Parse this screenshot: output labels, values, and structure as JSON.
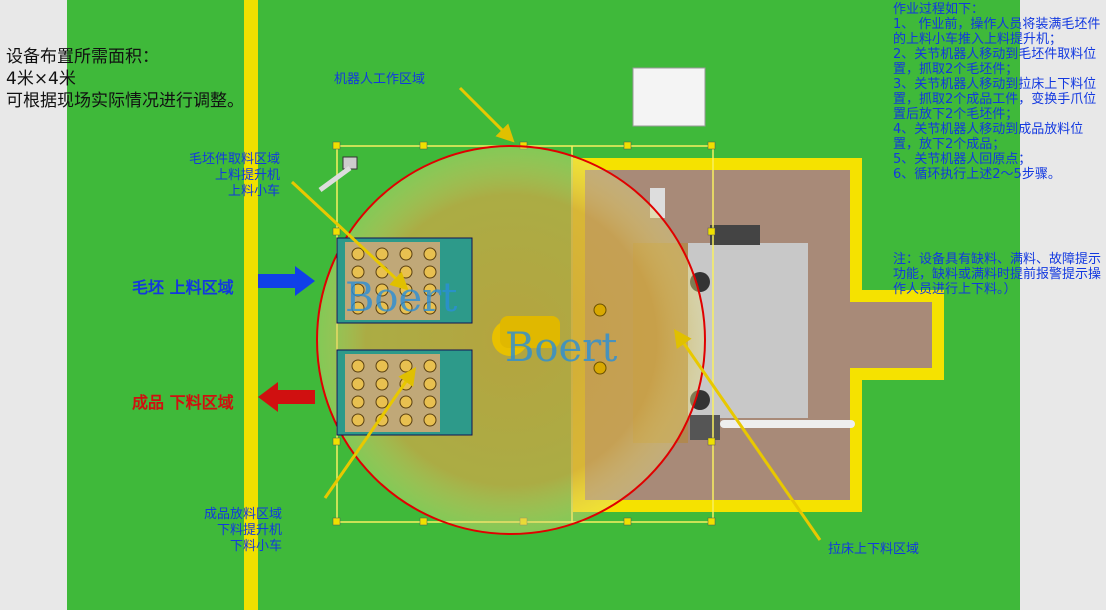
{
  "area": {
    "line1": "设备布置所需面积：",
    "line2": "4米×4米",
    "line3": "可根据现场实际情况进行调整。"
  },
  "labels": {
    "robot_zone": "机器人工作区域",
    "blank_pick_1": "毛坯件取料区域",
    "blank_pick_2": "上料提升机",
    "blank_pick_3": "上料小车",
    "load_zone": "毛坯  上料区域",
    "unload_zone": "成品  下料区域",
    "finished_1": "成品放料区域",
    "finished_2": "下料提升机",
    "finished_3": "下料小车",
    "lathe_zone": "拉床上下料区域"
  },
  "process": {
    "title": "作业过程如下：",
    "steps": [
      "1、 作业前，操作人员将装满毛坯件的上料小车推入上料提升机；",
      "2、关节机器人移动到毛坯件取料位置，抓取2个毛坯件；",
      "3、关节机器人移动到拉床上下料位置，抓取2个成品工件，变换手爪位置后放下2个毛坯件；",
      "4、关节机器人移动到成品放料位置，放下2个成品；",
      "5、关节机器人回原点；",
      "6、循环执行上述2～5步骤。"
    ],
    "note": "注：设备具有缺料、满料、故障提示功能，缺料或满料时提前报警提示操作人员进行上下料。）"
  },
  "watermark": "Boert",
  "colors": {
    "ground": "#3fb93a",
    "stripe": "#f0e000",
    "circle": "#e00000",
    "text_blue": "#1238e0",
    "arrow_blue": "#1040e8",
    "arrow_red": "#d01010"
  }
}
